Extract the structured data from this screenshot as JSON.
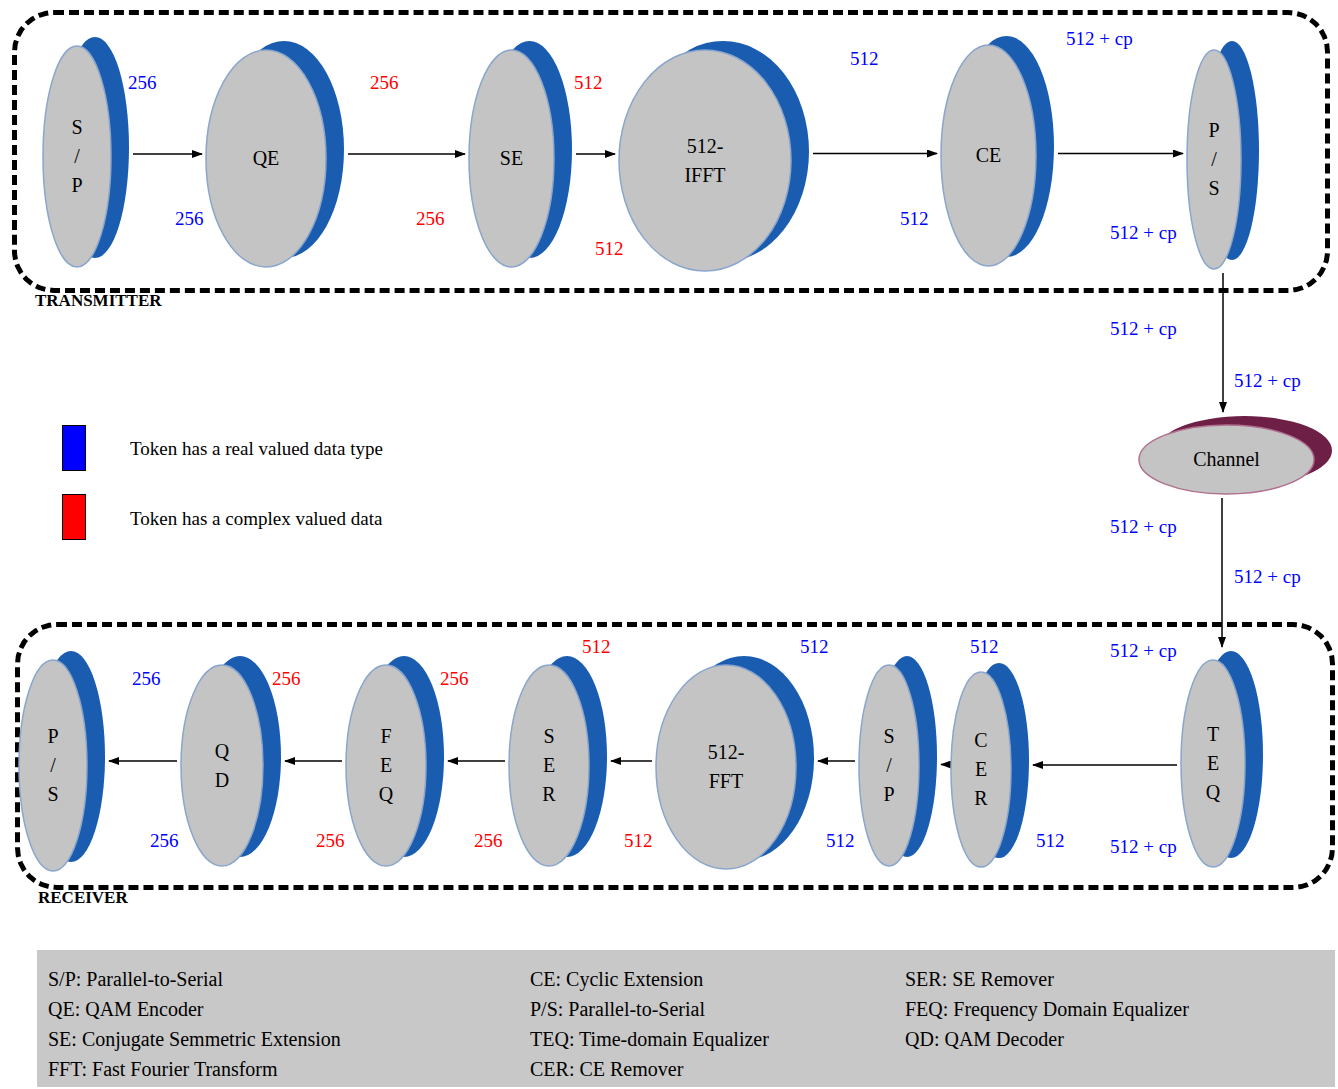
{
  "diagram": {
    "nodes": [
      {
        "text": [
          "TRANSMITTER"
        ]
      },
      {
        "text": [
          "S / P"
        ],
        "in": 0
      },
      {
        "text": [
          "QE"
        ],
        "in": 0
      },
      {
        "text": [
          "SE"
        ],
        "in": 0
      },
      {
        "text": [
          "512- IFFT"
        ],
        "in": 0
      },
      {
        "text": [
          "CE"
        ],
        "in": 0
      },
      {
        "text": [
          "P / S"
        ],
        "in": 0
      },
      {
        "text": [
          "Channel"
        ]
      },
      {
        "text": [
          "RECEIVER"
        ]
      },
      {
        "text": [
          "P / S"
        ],
        "in": 8
      },
      {
        "text": [
          "Q D"
        ],
        "in": 8
      },
      {
        "text": [
          "F E Q"
        ],
        "in": 8
      },
      {
        "text": [
          "S E R"
        ],
        "in": 8
      },
      {
        "text": [
          "512- FFT"
        ],
        "in": 8
      },
      {
        "text": [
          "S / P"
        ],
        "in": 8
      },
      {
        "text": [
          "C E R"
        ],
        "in": 8
      },
      {
        "text": [
          "T E Q"
        ],
        "in": 8
      }
    ],
    "edges": [
      {
        "from": 1,
        "to": 2,
        "arrow": "to"
      },
      {
        "from": 2,
        "to": 3,
        "arrow": "to"
      },
      {
        "from": 3,
        "to": 4,
        "arrow": "to"
      },
      {
        "from": 4,
        "to": 5,
        "arrow": "to"
      },
      {
        "from": 5,
        "to": 6,
        "arrow": "to"
      },
      {
        "from": 6,
        "to": 7,
        "arrow": "to"
      },
      {
        "from": 7,
        "to": 16,
        "arrow": "to"
      },
      {
        "from": 16,
        "to": 15,
        "arrow": "to"
      },
      {
        "from": 15,
        "to": 14,
        "arrow": "to"
      },
      {
        "from": 14,
        "to": 13,
        "arrow": "to"
      },
      {
        "from": 13,
        "to": 12,
        "arrow": "to"
      },
      {
        "from": 12,
        "to": 11,
        "arrow": "to"
      },
      {
        "from": 11,
        "to": 10,
        "arrow": "to"
      },
      {
        "from": 10,
        "to": 9,
        "arrow": "to"
      }
    ],
    "labels": [
      "256",
      "256",
      "256",
      "256",
      "512",
      "512",
      "512",
      "512",
      "512 + cp",
      "512 + cp",
      "512 + cp",
      "512 + cp",
      "512 + cp",
      "512 + cp",
      "512 + cp",
      "512 + cp",
      "256",
      "256",
      "256",
      "256",
      "256",
      "256",
      "512",
      "512",
      "512",
      "512",
      "512",
      "512",
      "S/P: Parallel-to-Serial",
      "QE: QAM Encoder",
      "SE: Conjugate Semmetric Extension",
      "FFT: Fast Fourier Transform",
      "CE: Cyclic Extension",
      "P/S: Parallel-to-Serial",
      "TEQ: Time-domain Equalizer",
      "CER: CE Remover",
      "SER: SE Remover",
      "FEQ: Frequency Domain Equalizer",
      "QD: QAM Decoder"
    ],
    "legend": [
      {
        "text": "Token has a real valued data type",
        "color": "#0000ff"
      },
      {
        "text": "Token has a complex valued data",
        "color": "#ff0000"
      }
    ]
  }
}
